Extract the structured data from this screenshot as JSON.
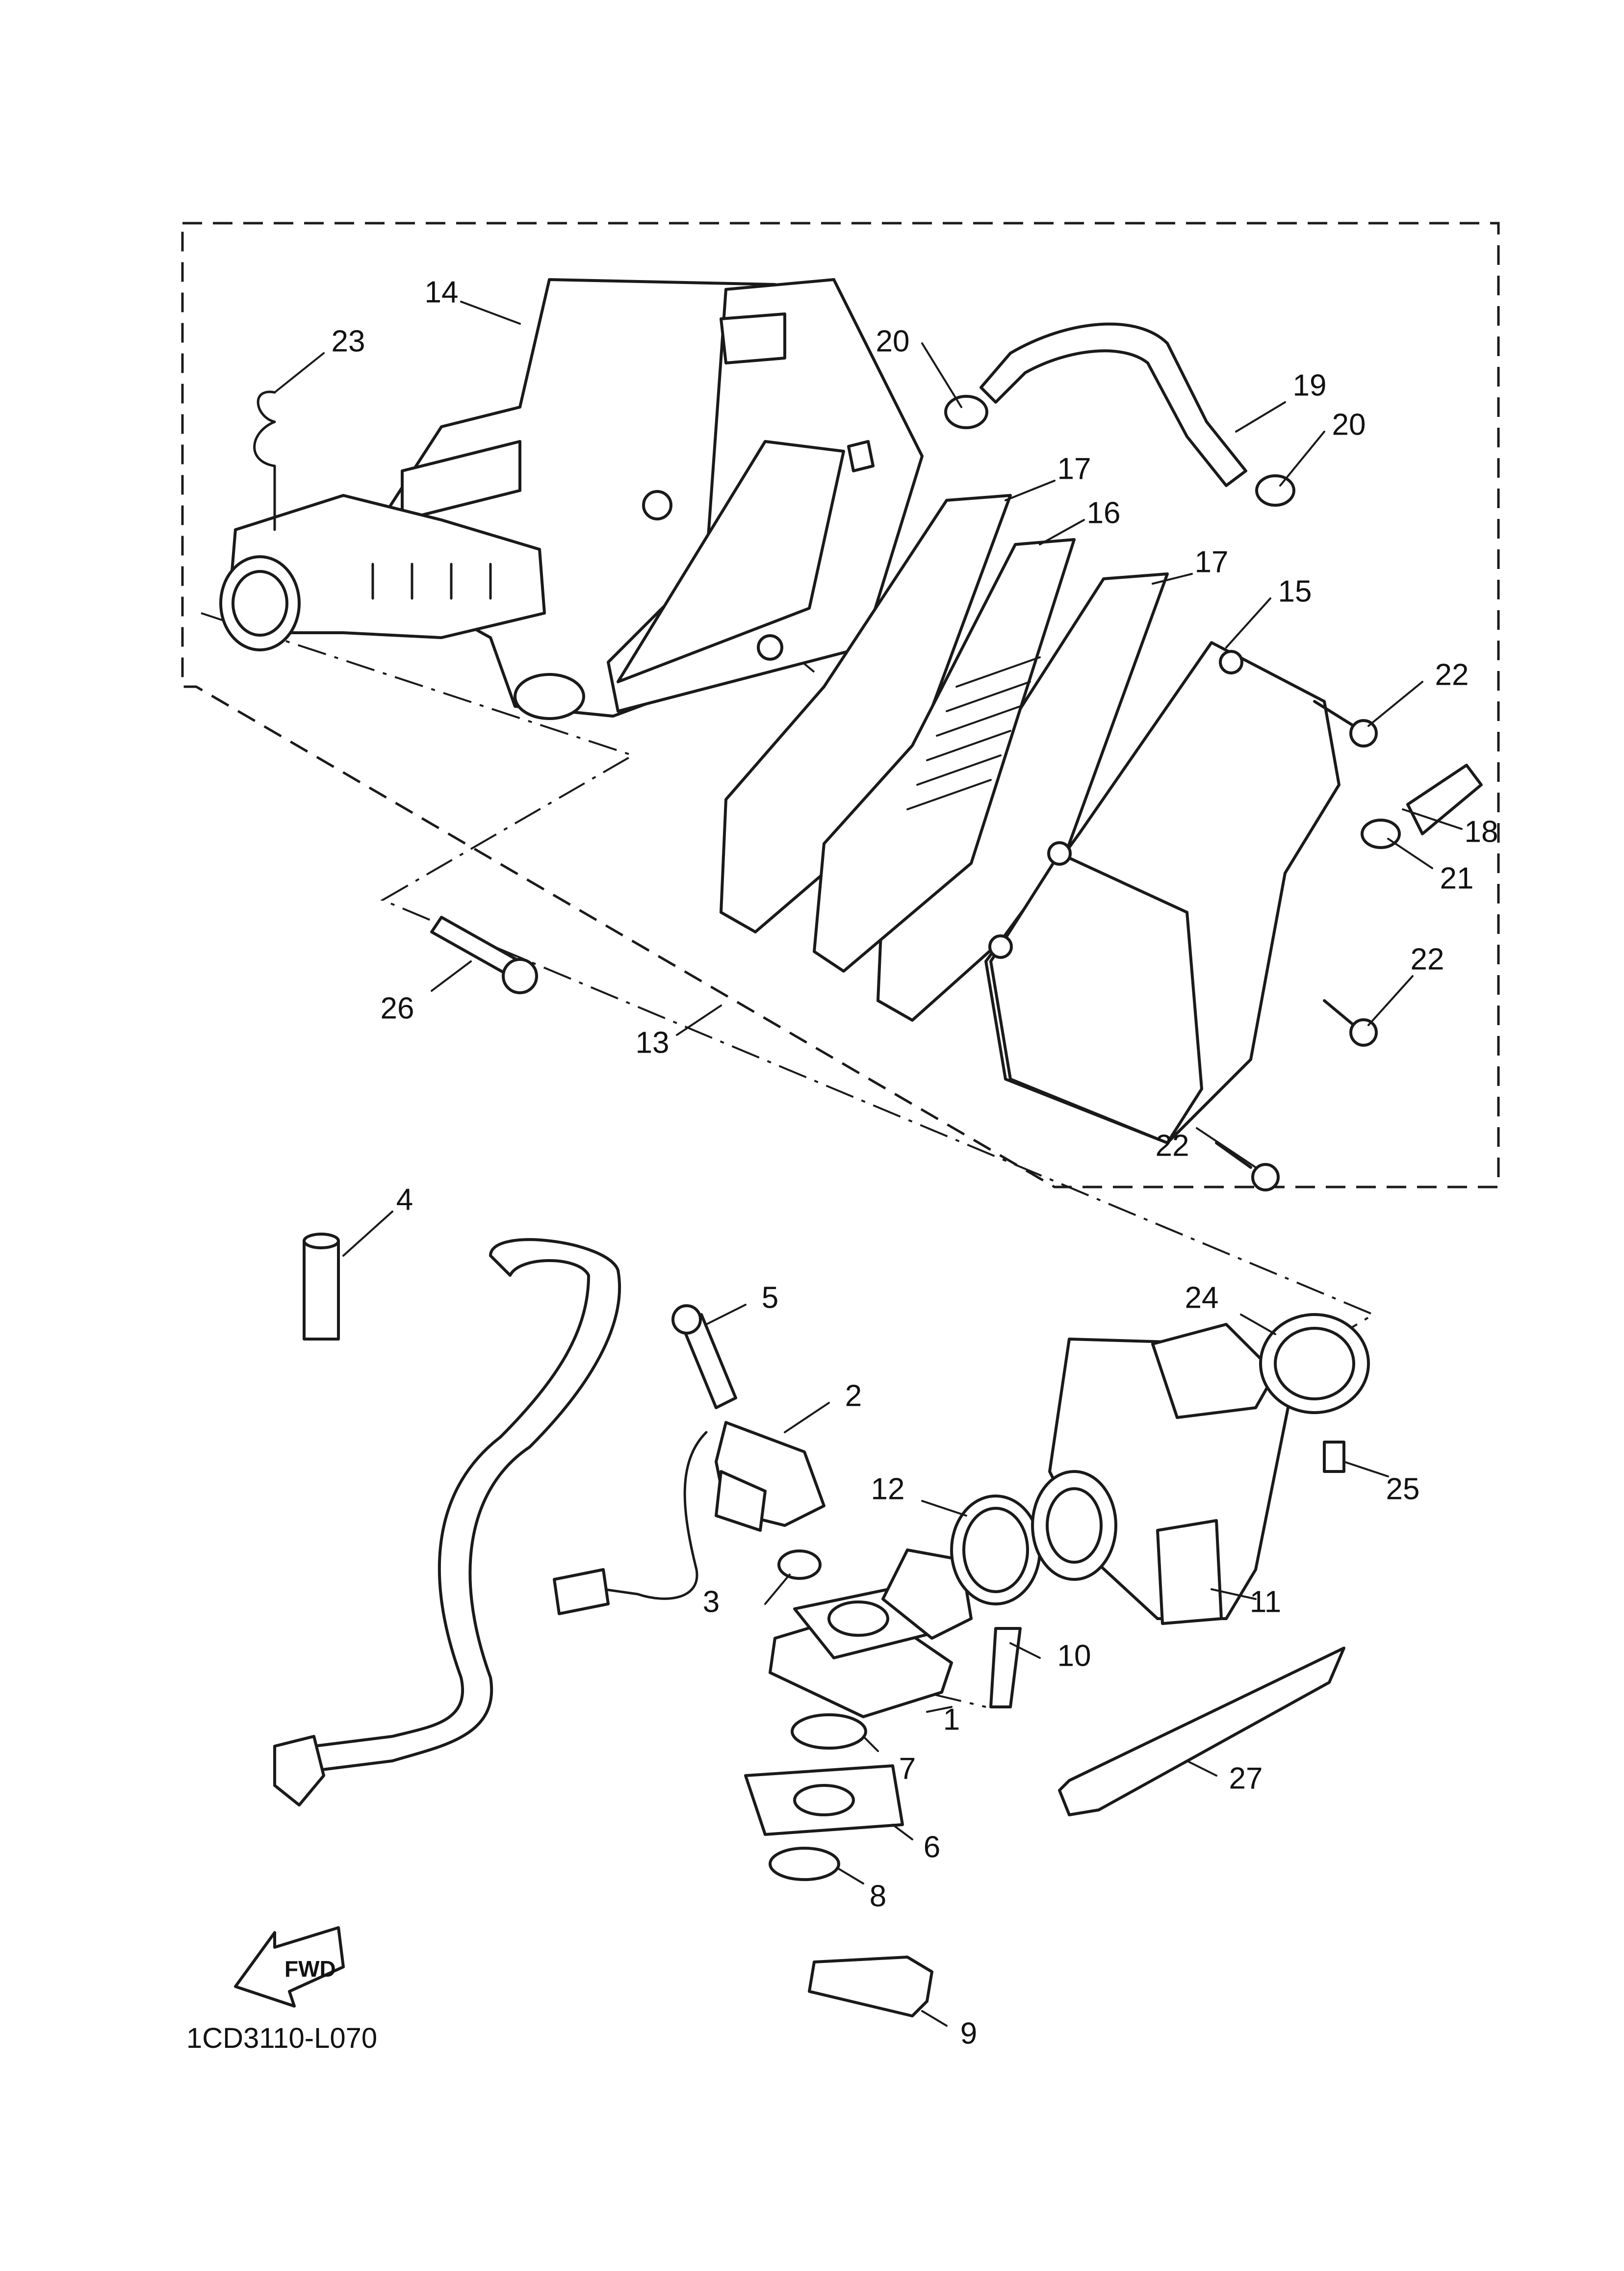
{
  "diagram": {
    "code": "1CD3110-L070",
    "fwd_label": "FWD",
    "callouts": [
      {
        "id": "c14",
        "text": "14"
      },
      {
        "id": "c23",
        "text": "23"
      },
      {
        "id": "c20a",
        "text": "20"
      },
      {
        "id": "c19",
        "text": "19"
      },
      {
        "id": "c20b",
        "text": "20"
      },
      {
        "id": "c17a",
        "text": "17"
      },
      {
        "id": "c16",
        "text": "16"
      },
      {
        "id": "c17b",
        "text": "17"
      },
      {
        "id": "c15",
        "text": "15"
      },
      {
        "id": "c22a",
        "text": "22"
      },
      {
        "id": "c18",
        "text": "18"
      },
      {
        "id": "c21",
        "text": "21"
      },
      {
        "id": "c22b",
        "text": "22"
      },
      {
        "id": "c22c",
        "text": "22"
      },
      {
        "id": "c26",
        "text": "26"
      },
      {
        "id": "c13",
        "text": "13"
      },
      {
        "id": "c4",
        "text": "4"
      },
      {
        "id": "c5",
        "text": "5"
      },
      {
        "id": "c24",
        "text": "24"
      },
      {
        "id": "c2",
        "text": "2"
      },
      {
        "id": "c25",
        "text": "25"
      },
      {
        "id": "c12",
        "text": "12"
      },
      {
        "id": "c3",
        "text": "3"
      },
      {
        "id": "c11",
        "text": "11"
      },
      {
        "id": "c10",
        "text": "10"
      },
      {
        "id": "c1",
        "text": "1"
      },
      {
        "id": "c7",
        "text": "7"
      },
      {
        "id": "c27",
        "text": "27"
      },
      {
        "id": "c6",
        "text": "6"
      },
      {
        "id": "c8",
        "text": "8"
      },
      {
        "id": "c9",
        "text": "9"
      }
    ]
  }
}
